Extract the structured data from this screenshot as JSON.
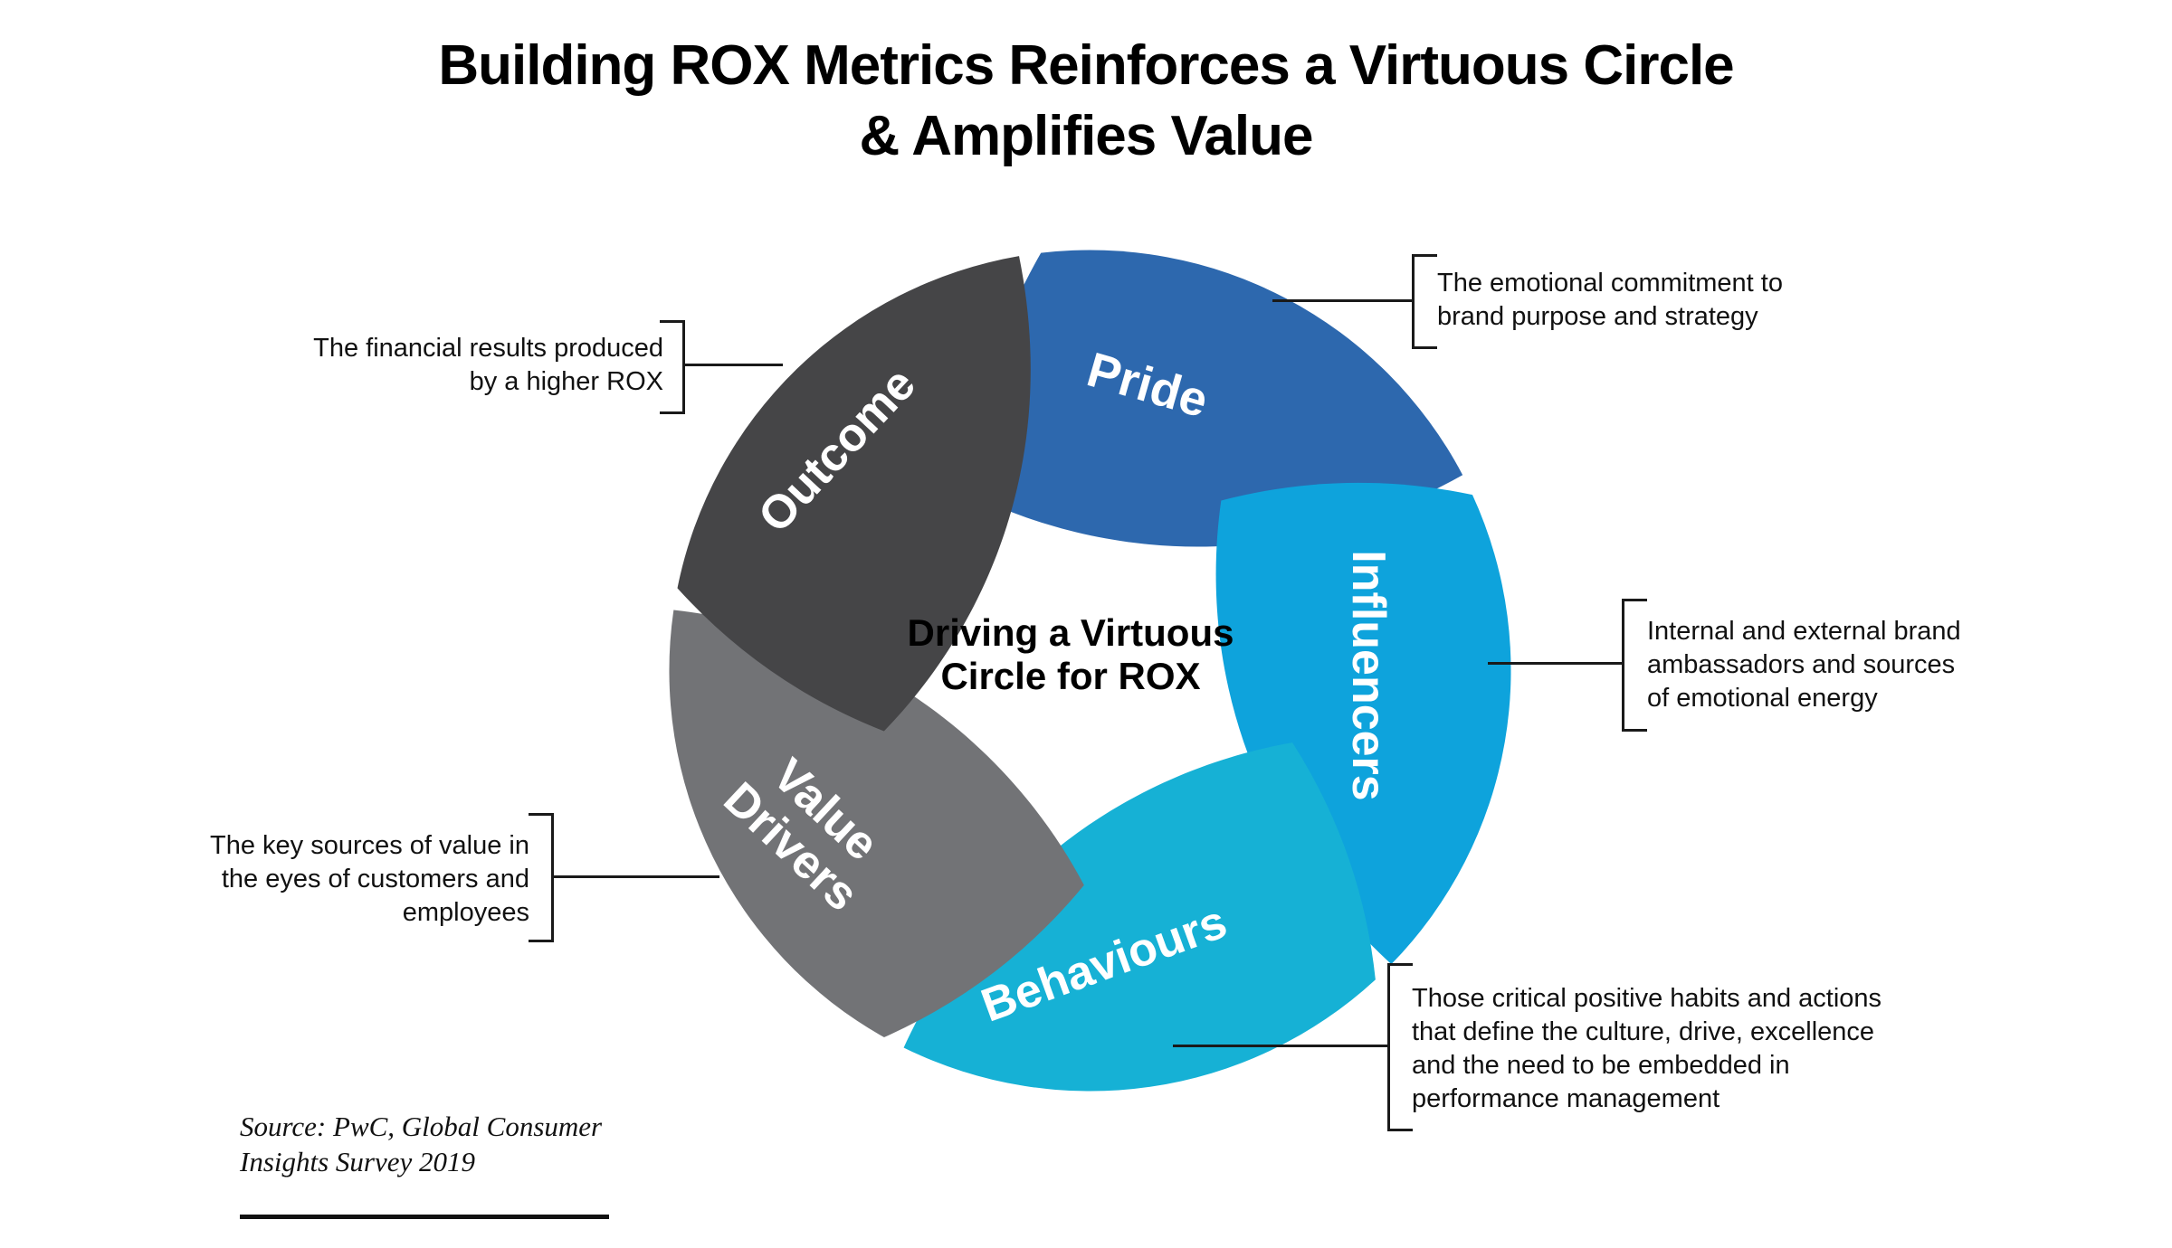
{
  "title": {
    "line1": "Building ROX Metrics Reinforces a Virtuous Circle",
    "line2": "& Amplifies Value"
  },
  "center": {
    "line1": "Driving a Virtuous",
    "line2": "Circle for ROX"
  },
  "segments": [
    {
      "label": "Pride",
      "color": "#2d68ae",
      "callout_lines": [
        "The emotional commitment to",
        "brand purpose and strategy"
      ]
    },
    {
      "label": "Influencers",
      "color": "#0ea3dc",
      "callout_lines": [
        "Internal and external brand",
        "ambassadors and sources",
        "of emotional energy"
      ]
    },
    {
      "label": "Behaviours",
      "color": "#16b1d5",
      "callout_lines": [
        "Those critical positive habits and actions",
        "that define the culture, drive, excellence",
        "and the need to be embedded in",
        "performance management"
      ]
    },
    {
      "label_line1": "Value",
      "label_line2": "Drivers",
      "label": "Value Drivers",
      "color": "#727376",
      "callout_lines": [
        "The key sources of value in",
        "the eyes of customers and",
        "employees"
      ]
    },
    {
      "label": "Outcome",
      "color": "#454547",
      "callout_lines": [
        "The financial results produced",
        "by a higher ROX"
      ]
    }
  ],
  "source": {
    "line1": "Source: PwC, Global Consumer",
    "line2": "Insights Survey 2019"
  }
}
